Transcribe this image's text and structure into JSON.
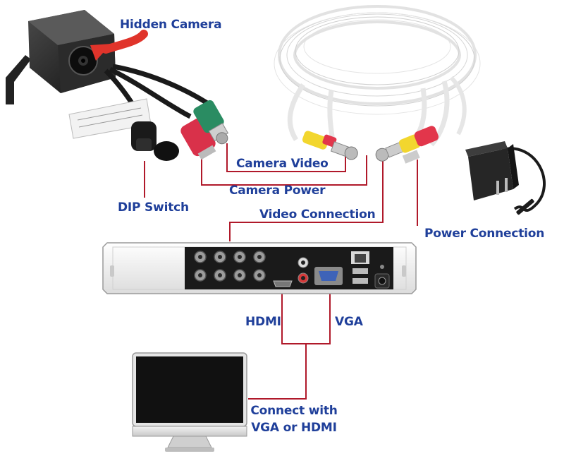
{
  "labels": {
    "hidden_camera": "Hidden Camera",
    "camera_video": "Camera Video",
    "camera_power": "Camera Power",
    "dip_switch": "DIP Switch",
    "video_connection": "Video Connection",
    "power_connection": "Power Connection",
    "hdmi": "HDMI",
    "vga": "VGA",
    "connect_line1": "Connect with",
    "connect_line2": "VGA or HDMI"
  },
  "colors": {
    "label_text": "#1f3f9a",
    "connector_lines": "#b0192a",
    "arrow": "#e0342b",
    "dvr_body": "#f4f4f4",
    "port_panel": "#1a1a1a",
    "cable": "#f7f7f7"
  },
  "icons": [
    "hidden-camera-icon",
    "bnc-cable-coil-icon",
    "power-adapter-icon",
    "dvr-recorder-icon",
    "monitor-icon"
  ]
}
